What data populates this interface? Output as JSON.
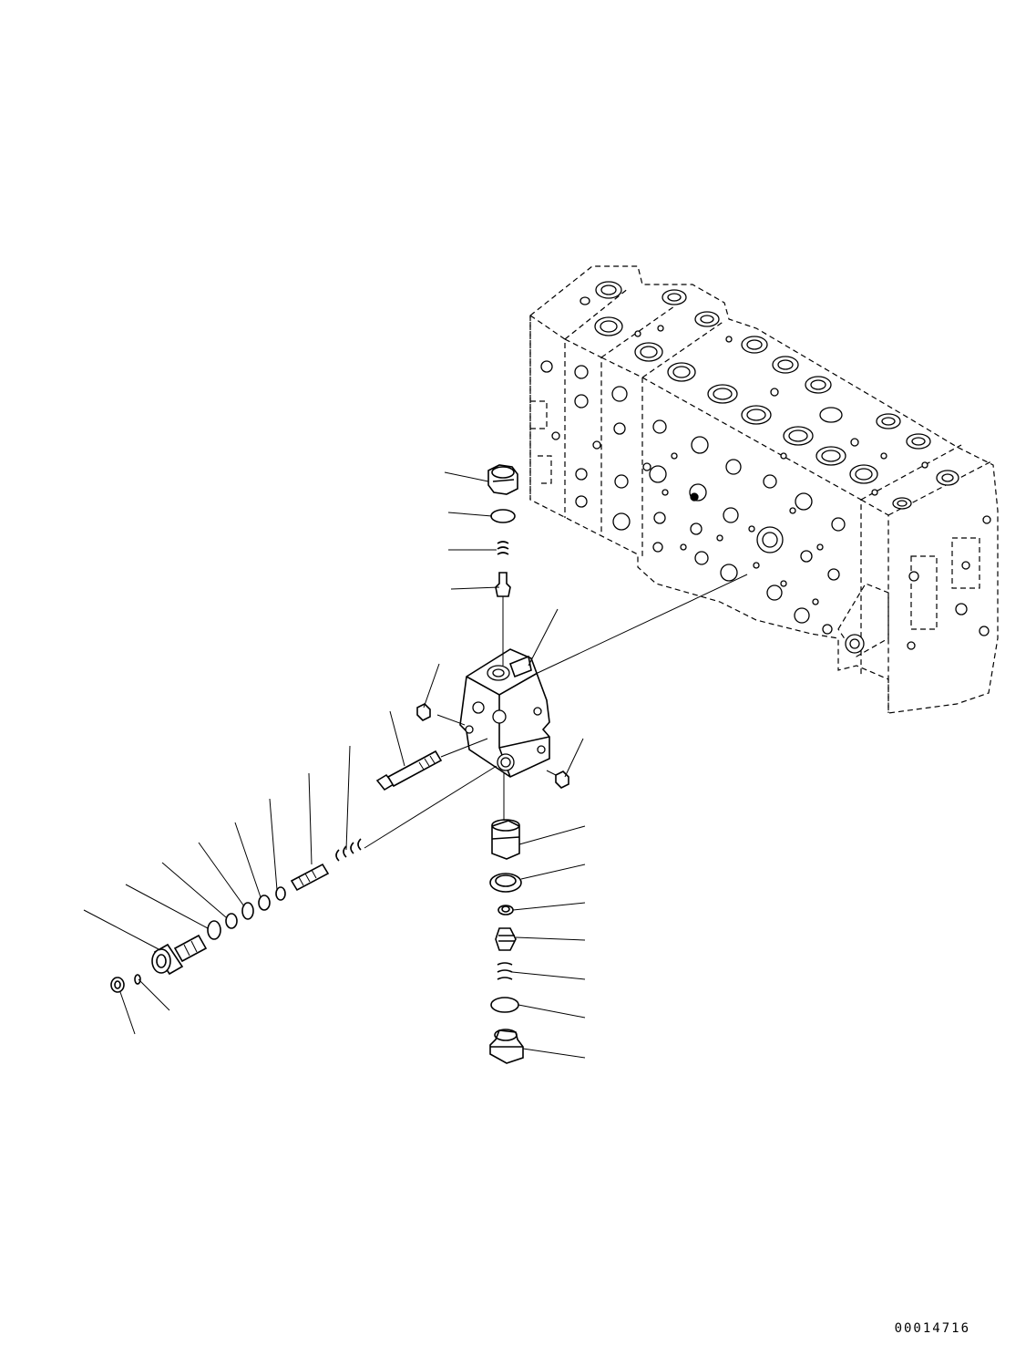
{
  "figure": {
    "id": "00014716"
  },
  "assembly": {
    "main_valve": "main-valve-body",
    "sub_valve": "valve-block"
  }
}
